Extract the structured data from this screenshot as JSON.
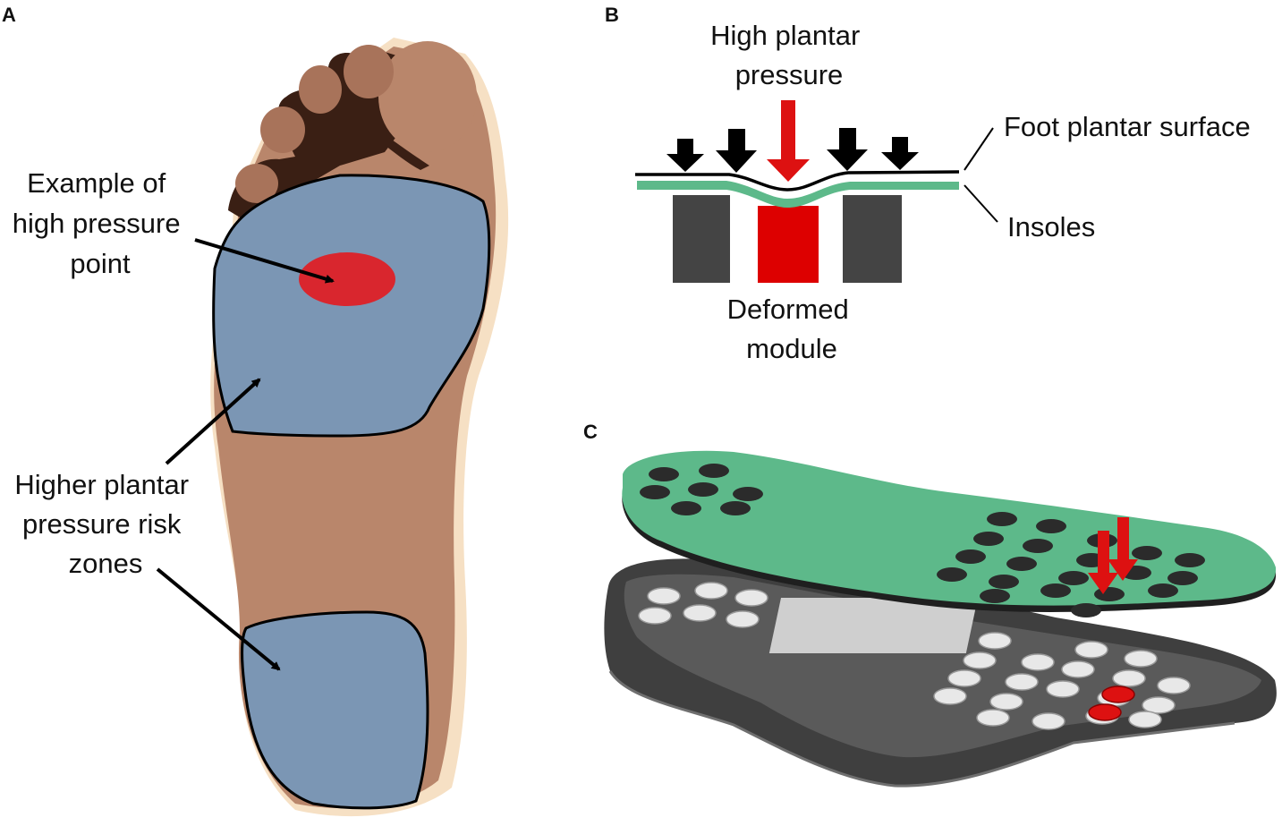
{
  "panels": {
    "a": {
      "letter": "A",
      "callout_high_point": [
        "Example of",
        "high pressure",
        "point"
      ],
      "callout_risk_zones": [
        "Higher plantar",
        "pressure risk",
        "zones"
      ]
    },
    "b": {
      "letter": "B",
      "top_label": [
        "High plantar",
        "pressure"
      ],
      "surface_label": "Foot plantar surface",
      "insoles_label": "Insoles",
      "module_label": [
        "Deformed",
        "module"
      ]
    },
    "c": {
      "letter": "C"
    }
  },
  "colors": {
    "skin": "#b9866b",
    "skin_dark": "#9a6a52",
    "skin_light": "#f6e0c4",
    "toe_shadow": "#3a1f14",
    "risk_zone": "#7b96b4",
    "pressure_point": "#d9262e",
    "insole_green": "#5db98a",
    "module_gray": "#444444",
    "module_red": "#dd0000",
    "arrow_red": "#dd1111",
    "shoe_gray": "#4a4a4a",
    "sensor_white": "#e8e8e8",
    "sensor_dark": "#2b2b2b"
  }
}
